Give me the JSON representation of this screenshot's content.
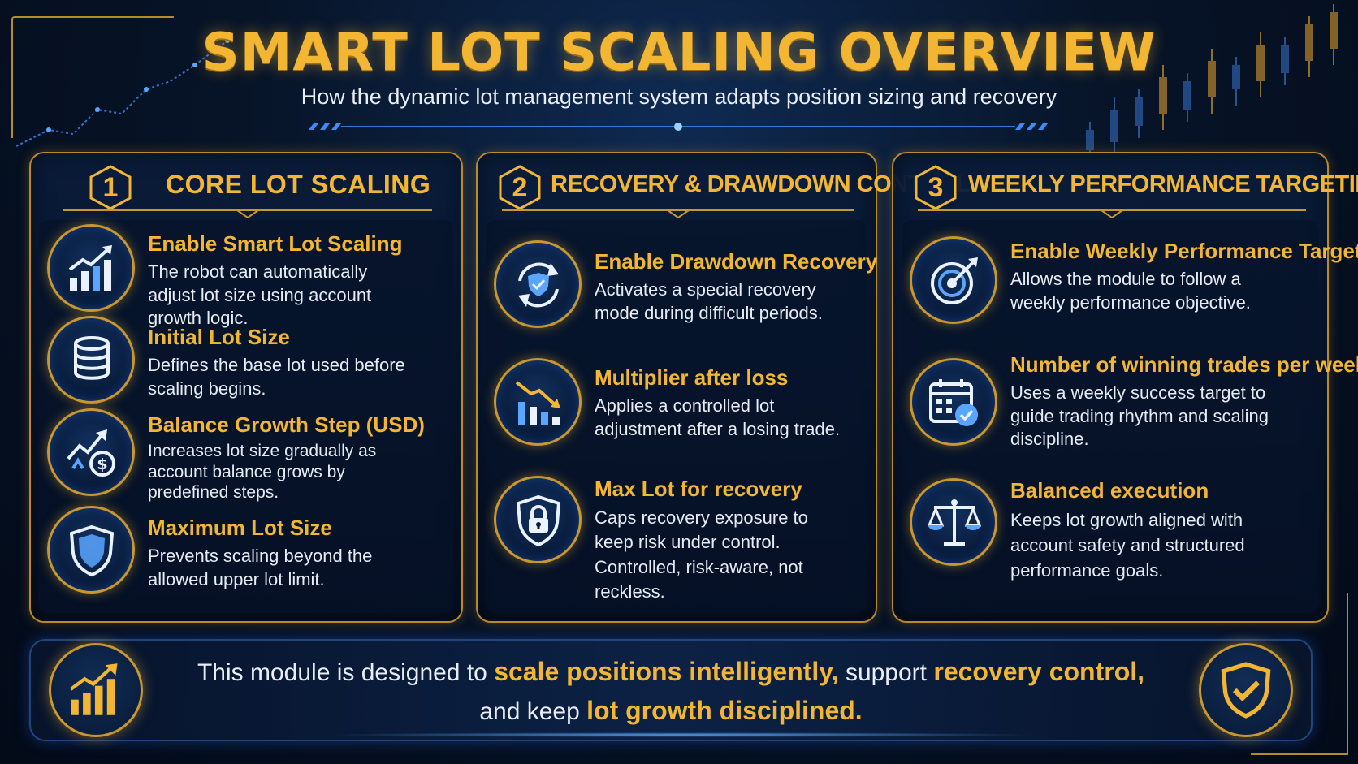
{
  "title": "SMART LOT SCALING OVERVIEW",
  "subtitle": "How the dynamic lot management system adapts position sizing and recovery",
  "colors": {
    "gold": "#f2b632",
    "gold_border": "#b9892c",
    "navy": "#071428",
    "blue_glow": "#3a8cff"
  },
  "panels": [
    {
      "number": "1",
      "title": "CORE LOT SCALING",
      "items": [
        {
          "icon": "growth-chart-icon",
          "title": "Enable Smart Lot Scaling",
          "desc": "The robot can automatically adjust lot size using account growth logic."
        },
        {
          "icon": "database-stack-icon",
          "title": "Initial Lot Size",
          "desc": "Defines the base lot used before scaling begins."
        },
        {
          "icon": "balance-growth-dollar-icon",
          "title": "Balance Growth Step (USD)",
          "desc": "Increases lot size gradually as account balance grows by predefined steps."
        },
        {
          "icon": "shield-icon",
          "title": "Maximum Lot Size",
          "desc": "Prevents scaling beyond the allowed upper lot limit."
        }
      ]
    },
    {
      "number": "2",
      "title": "RECOVERY & DRAWDOWN CONTROL",
      "items": [
        {
          "icon": "recovery-shield-refresh-icon",
          "title": "Enable Drawdown Recovery",
          "desc": "Activates a special recovery mode during difficult periods."
        },
        {
          "icon": "declining-bars-icon",
          "title": "Multiplier after loss",
          "desc": "Applies a controlled lot adjustment after a losing trade."
        },
        {
          "icon": "lock-shield-icon",
          "title": "Max Lot for recovery",
          "desc": "Caps recovery exposure to keep risk under control. Controlled, risk-aware, not reckless."
        }
      ]
    },
    {
      "number": "3",
      "title": "WEEKLY PERFORMANCE TARGETING",
      "items": [
        {
          "icon": "target-icon",
          "title": "Enable Weekly Performance Target",
          "desc": "Allows the module to follow a weekly performance objective."
        },
        {
          "icon": "calendar-check-icon",
          "title": "Number of winning trades per week",
          "desc": "Uses a weekly success target to guide trading rhythm and scaling discipline."
        },
        {
          "icon": "scales-icon",
          "title": "Balanced execution",
          "desc": "Keeps lot growth aligned with account safety and structured performance goals."
        }
      ]
    }
  ],
  "footer": {
    "t1": "This module is designed to",
    "h1": "scale positions intelligently,",
    "t2": "support",
    "h2": "recovery control,",
    "t3": "and  keep",
    "h3": "lot growth disciplined."
  }
}
